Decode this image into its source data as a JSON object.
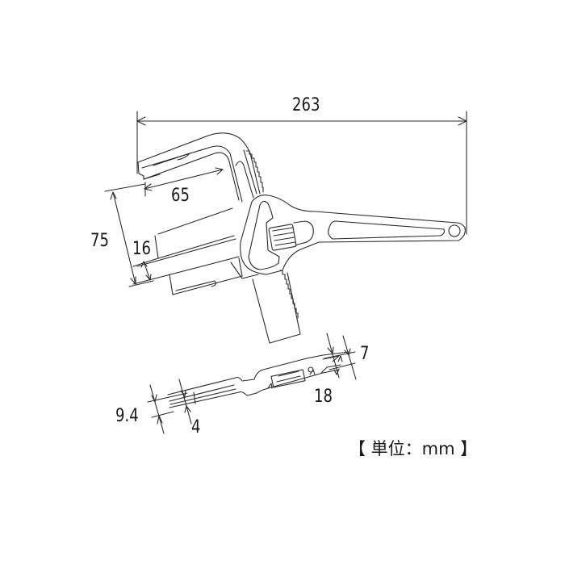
{
  "dimensions": {
    "overall_length": "263",
    "jaw_depth": "65",
    "max_opening": "75",
    "min_opening": "16",
    "jaw_thickness": "9.4",
    "tip_thickness": "4",
    "head_offset": "7",
    "head_thickness": "18"
  },
  "unit_label": "【 単位：mm 】",
  "colors": {
    "line": "#2a2a2a",
    "background": "#ffffff"
  }
}
